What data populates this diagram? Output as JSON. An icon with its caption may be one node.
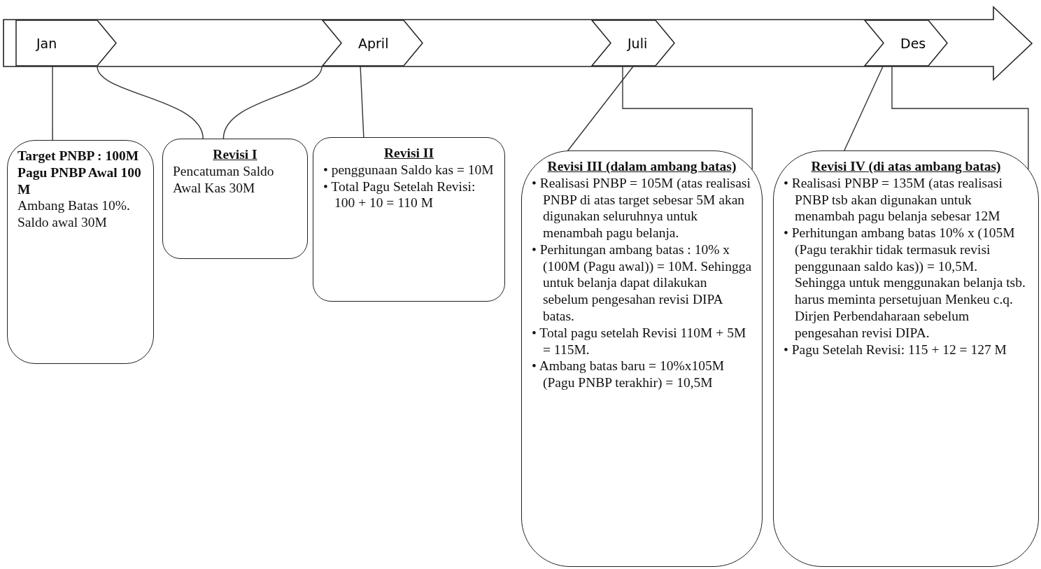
{
  "diagram": {
    "nodes": [
      {
        "text": [
          "Jan"
        ]
      },
      {
        "text": [
          "April"
        ]
      },
      {
        "text": [
          "Juli"
        ]
      },
      {
        "text": [
          "Des"
        ]
      },
      {
        "text": [
          "Target PNBP : 100M",
          "Pagu PNBP Awal 100 M",
          "Ambang Batas 10%.",
          "Saldo awal 30M"
        ]
      },
      {
        "text": [
          "Revisi I",
          "Pencatuman Saldo Awal Kas 30M"
        ]
      },
      {
        "text": [
          "Revisi II",
          "• penggunaan Saldo kas = 10M",
          "• Total Pagu Setelah Revisi: 100 + 10 = 110 M"
        ]
      },
      {
        "text": [
          "Revisi III (dalam ambang batas)",
          "• Realisasi PNBP = 105M (atas realisasi PNBP di atas target sebesar 5M akan digunakan seluruhnya untuk menambah pagu belanja.",
          "• Perhitungan ambang batas : 10% x (100M (Pagu awal)) = 10M. Sehingga untuk belanja dapat dilakukan sebelum pengesahan revisi DIPA batas.",
          "• Total pagu setelah Revisi 110M + 5M = 115M.",
          "• Ambang batas baru = 10%x105M (Pagu PNBP terakhir) = 10,5M"
        ]
      },
      {
        "text": [
          "Revisi IV (di atas ambang batas)",
          "• Realisasi PNBP = 135M (atas realisasi PNBP tsb akan digunakan untuk menambah pagu belanja sebesar 12M",
          "• Perhitungan ambang batas 10% x (105M (Pagu terakhir tidak termasuk revisi penggunaan saldo kas)) = 10,5M. Sehingga untuk menggunakan belanja tsb. harus meminta persetujuan Menkeu c.q. Dirjen Perbendaharaan sebelum pengesahan revisi DIPA.",
          "• Pagu Setelah Revisi: 115 + 12 = 127 M"
        ]
      }
    ],
    "edges": [
      {
        "from": 4,
        "to": 0,
        "arrow": "none"
      },
      {
        "from": 5,
        "to": 0,
        "arrow": "none"
      },
      {
        "from": 5,
        "to": 1,
        "arrow": "none"
      },
      {
        "from": 6,
        "to": 1,
        "arrow": "none"
      },
      {
        "from": 7,
        "to": 2,
        "arrow": "none"
      },
      {
        "from": 7,
        "to": 2,
        "arrow": "none"
      },
      {
        "from": 8,
        "to": 3,
        "arrow": "none"
      },
      {
        "from": 8,
        "to": 3,
        "arrow": "none"
      }
    ]
  }
}
